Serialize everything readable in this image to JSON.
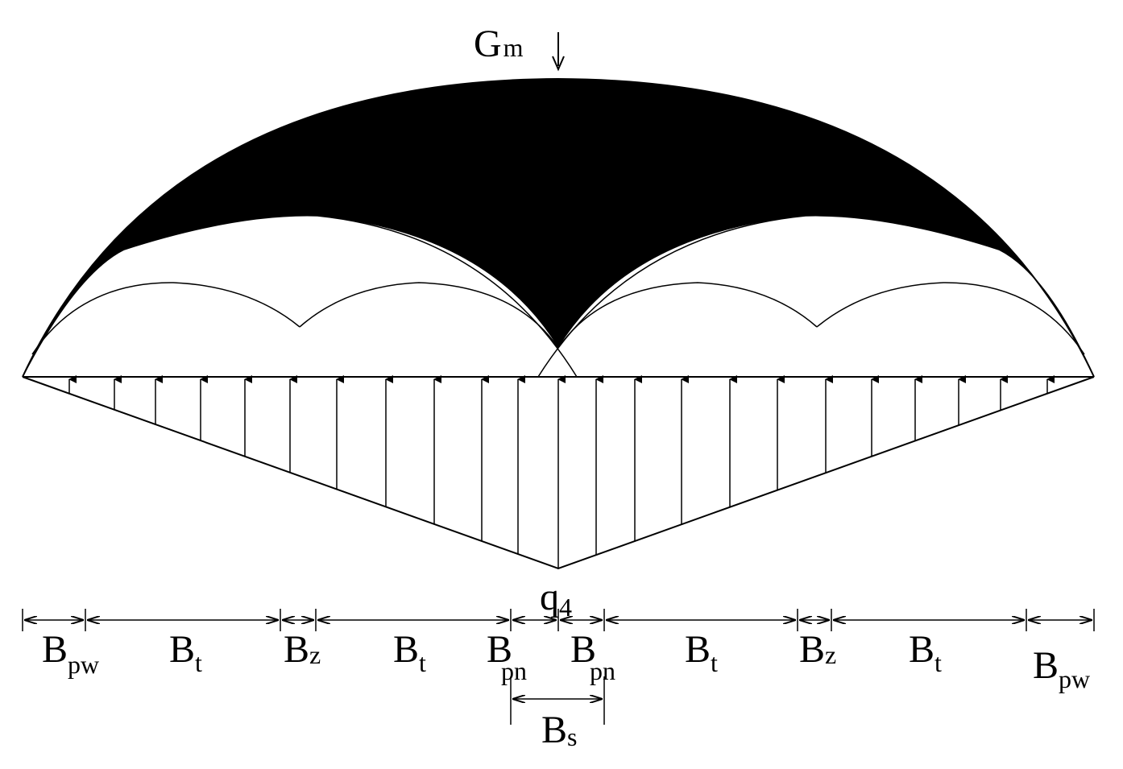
{
  "load": {
    "main": "G",
    "sub": "m"
  },
  "reaction": {
    "main": "q",
    "sub": "4"
  },
  "dimensions": [
    {
      "main": "B",
      "sub": "pw"
    },
    {
      "main": "B",
      "sub": "t"
    },
    {
      "main": "B",
      "sub": "z"
    },
    {
      "main": "B",
      "sub": "t"
    },
    {
      "main": "B",
      "sub": "pn"
    },
    {
      "main": "B",
      "sub": "pn"
    },
    {
      "main": "B",
      "sub": "t"
    },
    {
      "main": "B",
      "sub": "z"
    },
    {
      "main": "B",
      "sub": "t"
    },
    {
      "main": "B",
      "sub": "pw"
    }
  ],
  "span_s": {
    "main": "B",
    "sub": "s"
  },
  "colors": {
    "ink": "#000000",
    "paper": "#ffffff"
  }
}
